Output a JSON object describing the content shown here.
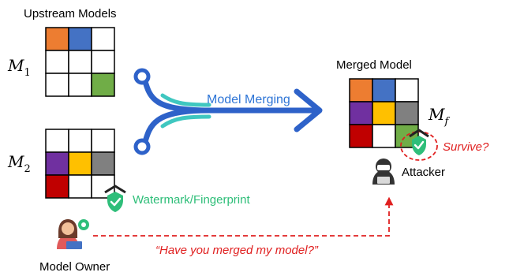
{
  "upstream_title": "Upstream Models",
  "m1_label": {
    "base": "M",
    "sub": "1"
  },
  "m2_label": {
    "base": "M",
    "sub": "2"
  },
  "merge_label": "Model Merging",
  "merged_title": "Merged Model",
  "mf_label": {
    "base": "M",
    "sub": "f"
  },
  "watermark_label": "Watermark/Fingerprint",
  "survive_label": "Survive?",
  "attacker_label": "Attacker",
  "owner_label": "Model Owner",
  "question": "“Have you merged my model?”",
  "colors": {
    "orange": "#ED7D31",
    "blue": "#4472C4",
    "green": "#70AD47",
    "purple": "#7030A0",
    "yellow": "#FFC000",
    "gray": "#808080",
    "red": "#C00000",
    "arrow": "#2E62C9",
    "teal": "#3FC7C0",
    "accent_red": "#E02020",
    "shield": "#2FBE7A",
    "merge_text": "#2E75D6",
    "watermark_text": "#2DBE78"
  },
  "grids": {
    "m1": [
      [
        "orange",
        "blue",
        "white"
      ],
      [
        "white",
        "white",
        "white"
      ],
      [
        "white",
        "white",
        "green"
      ]
    ],
    "m2": [
      [
        "white",
        "white",
        "white"
      ],
      [
        "purple",
        "yellow",
        "gray"
      ],
      [
        "red",
        "white",
        "white"
      ]
    ],
    "mf": [
      [
        "orange",
        "blue",
        "white"
      ],
      [
        "purple",
        "yellow",
        "gray"
      ],
      [
        "red",
        "white",
        "green"
      ]
    ]
  }
}
